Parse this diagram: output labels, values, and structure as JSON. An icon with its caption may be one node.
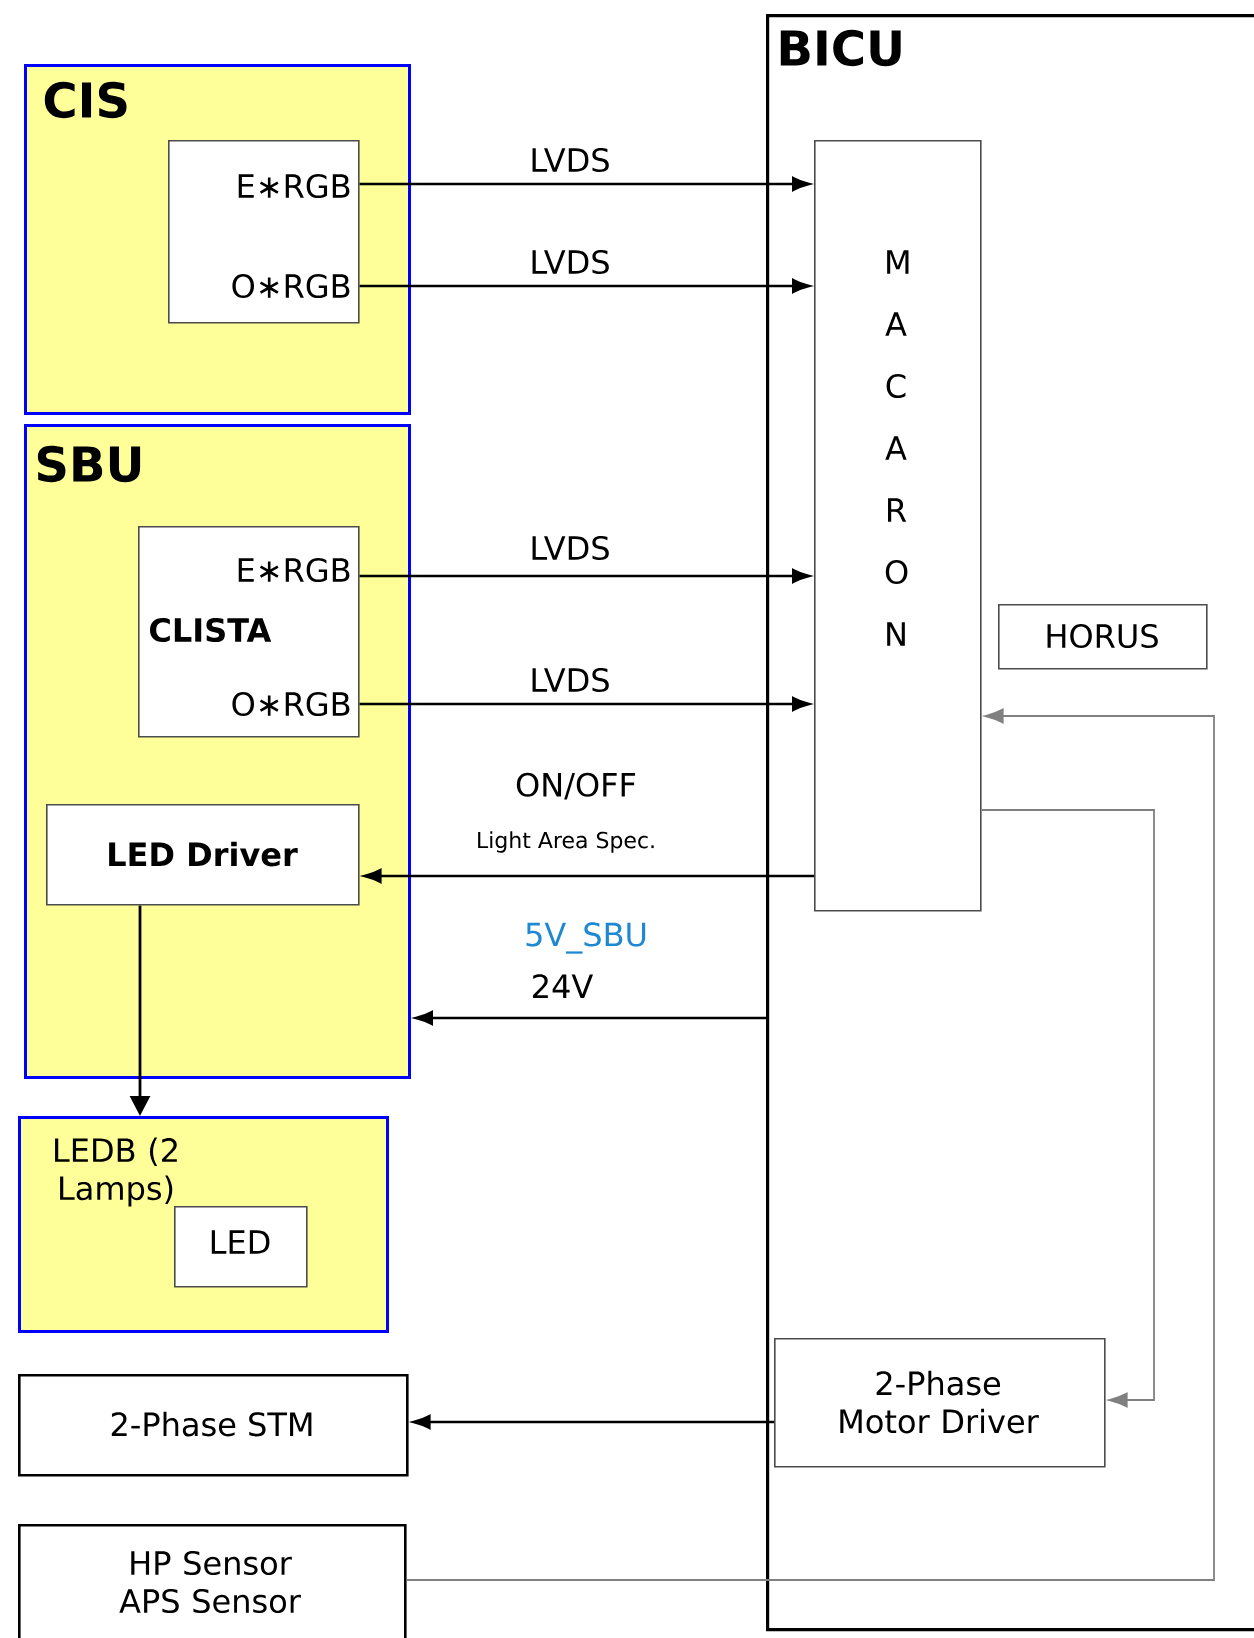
{
  "diagram": {
    "nodes": [
      {
        "text": [
          "CIS"
        ]
      },
      {
        "text": [
          "E∗RGB",
          "O∗RGB"
        ],
        "in": 0
      },
      {
        "text": [
          "SBU"
        ]
      },
      {
        "text": [
          "E∗RGB",
          "CLISTA",
          "O∗RGB"
        ],
        "in": 2
      },
      {
        "text": [
          "LED Driver"
        ],
        "in": 2
      },
      {
        "text": [
          "LEDB (2 Lamps)"
        ]
      },
      {
        "text": [
          "LED"
        ],
        "in": 5
      },
      {
        "text": [
          "2-Phase STM"
        ]
      },
      {
        "text": [
          "HP Sensor APS Sensor"
        ]
      },
      {
        "text": [
          "BICU"
        ]
      },
      {
        "text": [
          "M A C A R O N"
        ],
        "in": 9
      },
      {
        "text": [
          "HORUS"
        ],
        "in": 9
      },
      {
        "text": [
          "2-Phase Motor Driver"
        ],
        "in": 9
      }
    ],
    "edges": [
      {
        "from": 1,
        "to": 10,
        "arrow": "to",
        "label": "LVDS"
      },
      {
        "from": 1,
        "to": 10,
        "arrow": "to",
        "label": "LVDS"
      },
      {
        "from": 3,
        "to": 10,
        "arrow": "to",
        "label": "LVDS"
      },
      {
        "from": 3,
        "to": 10,
        "arrow": "to",
        "label": "LVDS"
      },
      {
        "from": 10,
        "to": 4,
        "arrow": "to",
        "label": "ON/OFF"
      },
      {
        "from": 9,
        "to": 2,
        "arrow": "to",
        "label": "24V"
      },
      {
        "from": 4,
        "to": 5,
        "arrow": "to"
      },
      {
        "from": 12,
        "to": 7,
        "arrow": "to"
      },
      {
        "from": 10,
        "to": 12,
        "arrow": "to",
        "color": "#808080"
      },
      {
        "from": 8,
        "to": 10,
        "arrow": "to",
        "color": "#808080"
      }
    ],
    "labels": [
      "Light Area Spec.",
      "5V_SBU"
    ]
  }
}
